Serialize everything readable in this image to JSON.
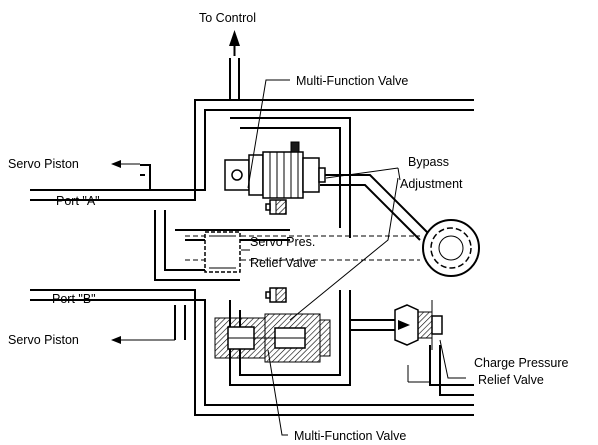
{
  "labels": {
    "to_control": "To Control",
    "multi_function_valve_top": "Multi-Function Valve",
    "servo_piston_top": "Servo Piston",
    "port_a": "Port \"A\"",
    "bypass_line1": "Bypass",
    "bypass_line2": "Adjustment",
    "servo_relief_line1": "Servo Pres.",
    "servo_relief_line2": "Relief Valve",
    "port_b": "Port \"B\"",
    "servo_piston_bottom": "Servo Piston",
    "charge_relief_line1": "Charge Pressure",
    "charge_relief_line2": "Relief Valve",
    "multi_function_valve_bottom": "Multi-Function Valve"
  }
}
